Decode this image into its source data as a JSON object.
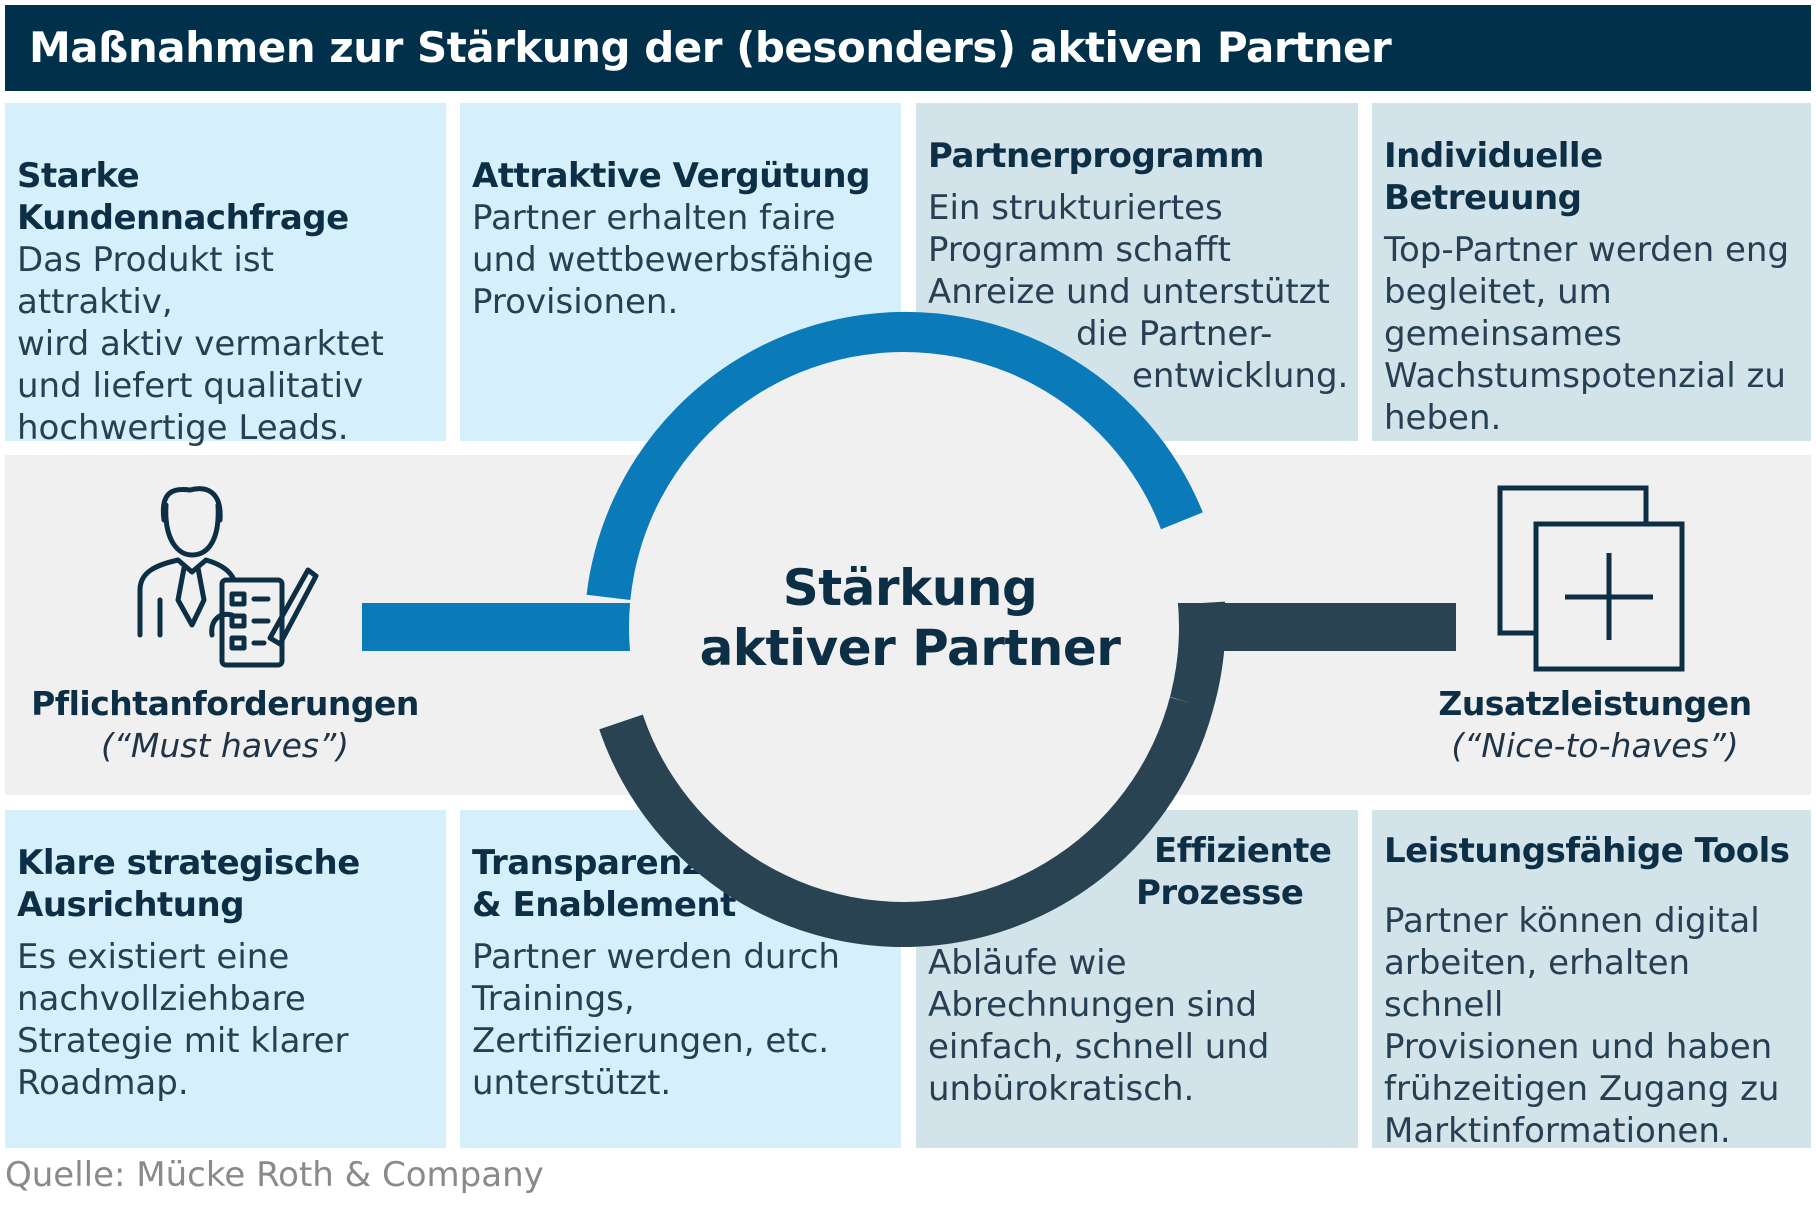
{
  "title": "Maßnahmen zur Stärkung der (besonders) aktiven Partner",
  "center": {
    "line1": "Stärkung",
    "line2": "aktiver Partner"
  },
  "left_label": {
    "title": "Pflichtanforderungen",
    "subtitle": "(“Must haves”)",
    "icon": "businessman-checklist-icon"
  },
  "right_label": {
    "title": "Zusatzleistungen",
    "subtitle": "(“Nice-to-haves”)",
    "icon": "add-squares-icon"
  },
  "top_boxes": [
    {
      "title": "Starke Kundennachfrage",
      "lines": [
        "Das Produkt ist attraktiv,",
        "wird aktiv vermarktet",
        "und liefert qualitativ",
        "hochwertige Leads."
      ]
    },
    {
      "title": "Attraktive Vergütung",
      "lines": [
        "Partner erhalten faire",
        "und wettbewerbsfähige",
        "Provisionen."
      ]
    },
    {
      "title": "Partnerprogramm",
      "lines": [
        "Ein strukturiertes",
        "Programm schafft",
        "Anreize und unterstützt",
        "die Partner-",
        "entwicklung."
      ]
    },
    {
      "title": "Individuelle Betreuung",
      "lines": [
        "Top-Partner werden eng",
        "begleitet, um",
        "gemeinsames",
        "Wachstumspotenzial zu",
        "heben."
      ]
    }
  ],
  "bottom_boxes": [
    {
      "title_lines": [
        "Klare strategische",
        "Ausrichtung"
      ],
      "lines": [
        "Es existiert eine",
        "nachvollziehbare",
        "Strategie mit klarer",
        "Roadmap."
      ]
    },
    {
      "title_lines": [
        "Transparenz",
        "& Enablement"
      ],
      "lines": [
        "Partner werden durch",
        "Trainings,",
        "Zertifizierungen, etc.",
        "unterstützt."
      ]
    },
    {
      "title_lines": [
        "Effiziente",
        "Prozesse"
      ],
      "lines": [
        "Abläufe wie",
        "Abrechnungen sind",
        "einfach, schnell und",
        "unbürokratisch."
      ]
    },
    {
      "title_lines": [
        "Leistungsfähige Tools"
      ],
      "lines": [
        "Partner können digital",
        "arbeiten, erhalten schnell",
        "Provisionen und haben",
        "frühzeitigen Zugang zu",
        "Marktinformationen."
      ]
    }
  ],
  "source": "Quelle: Mücke Roth & Company",
  "colors": {
    "navy": "#01304a",
    "blue_arc": "#0a7ab8",
    "dark_arc": "#294352",
    "light_box": "#d6f0fb",
    "grey_box": "#d3e3ea",
    "band": "#f0f0f0"
  }
}
